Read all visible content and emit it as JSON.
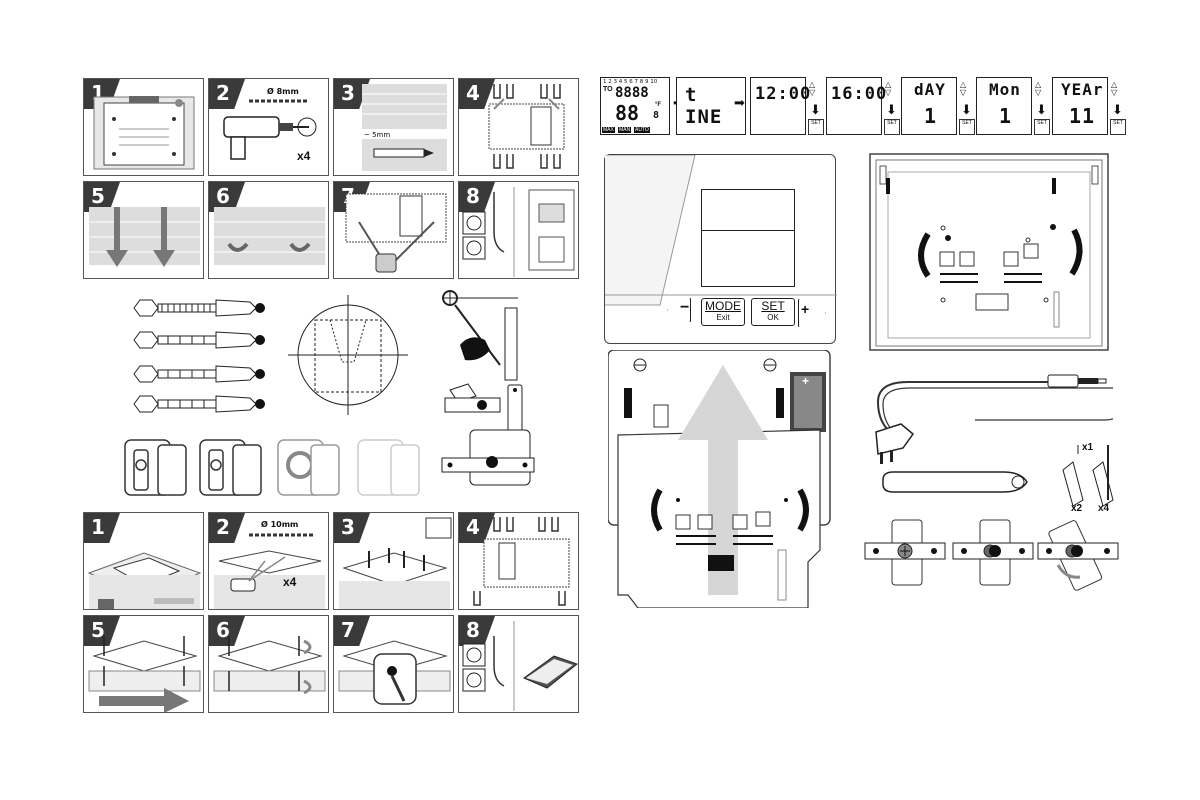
{
  "steps_top": [
    "1",
    "2",
    "3",
    "4",
    "5",
    "6",
    "7",
    "8"
  ],
  "steps_bottom": [
    "1",
    "2",
    "3",
    "4",
    "5",
    "6",
    "7",
    "8"
  ],
  "drill_top": {
    "label": "Ø 8mm",
    "count": "x4"
  },
  "step3_label": "~ 5mm",
  "drill_bottom": {
    "label": "Ø 10mm",
    "count": "x4"
  },
  "lcd": {
    "days": "1 2 3 4 5 6 7 8 9 10",
    "to": "TO",
    "big": "88",
    "seg": "8888",
    "small8": "8",
    "unit": "°F",
    "status": [
      "MAX",
      "MAN",
      "AUTO"
    ],
    "screens": [
      "t INE",
      "12:00",
      "16:00",
      "dAY",
      "Mon",
      "YEAr"
    ],
    "screen_sub": [
      "",
      "",
      "",
      "1",
      "1",
      "11"
    ],
    "set": "SET"
  },
  "controller": {
    "mode": "MODE",
    "mode_sub": "Exit",
    "set": "SET",
    "set_sub": "OK",
    "minus": "−",
    "plus": "+"
  },
  "battery": {
    "plus": "+"
  },
  "parts": {
    "x1": "x1",
    "x2": "x2",
    "x4": "x4"
  }
}
